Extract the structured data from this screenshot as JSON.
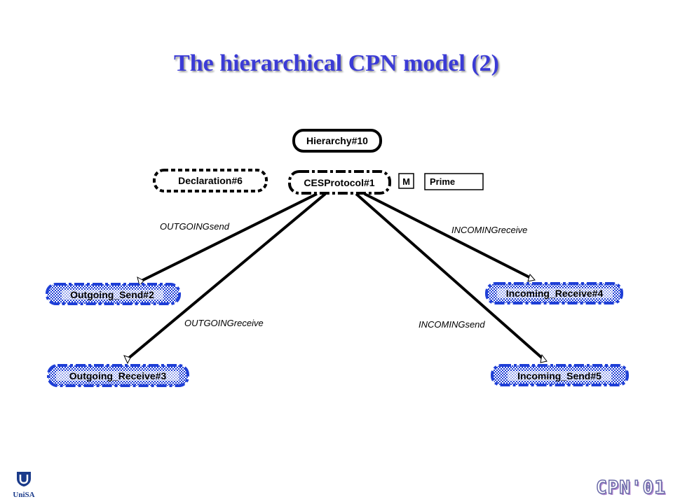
{
  "title": "The hierarchical CPN model (2)",
  "nodes": {
    "hierarchy": "Hierarchy#10",
    "declaration": "Declaration#6",
    "ces_protocol": "CESProtocol#1",
    "outgoing_send": "Outgoing_Send#2",
    "outgoing_receive": "Outgoing_Receive#3",
    "incoming_receive": "Incoming_Receive#4",
    "incoming_send": "Incoming_Send#5"
  },
  "mode_box": "M",
  "prime_box": "Prime",
  "edges": {
    "outgoing_send": "OUTGOINGsend",
    "outgoing_receive": "OUTGOINGreceive",
    "incoming_receive": "INCOMINGreceive",
    "incoming_send": "INCOMINGsend"
  },
  "footer": {
    "logo_text": "UniSA",
    "conference": "CPN'01"
  },
  "colors": {
    "title": "#3b3bd6",
    "dashed_node_border": "#1f3fd6",
    "black": "#000000"
  }
}
